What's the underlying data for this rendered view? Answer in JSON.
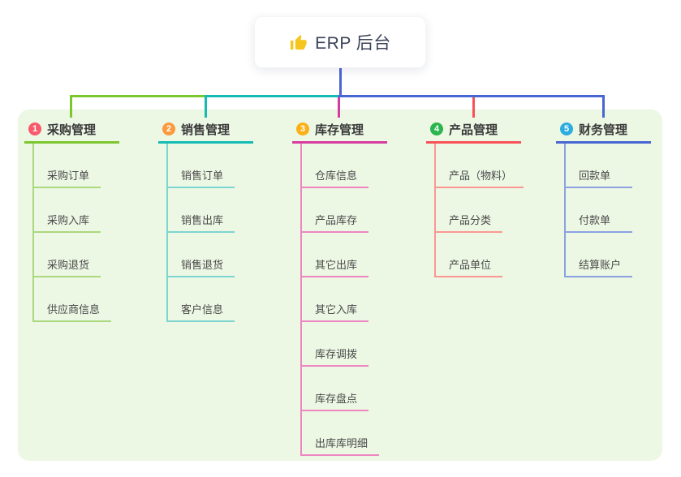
{
  "root": {
    "icon": "thumbs-up-icon",
    "title": "ERP 后台"
  },
  "canvas": {
    "background": "#ffffff",
    "panel_color": "#ecf7e4",
    "stem_color": "#4d64d4"
  },
  "branches": [
    {
      "badge": "1",
      "label": "采购管理",
      "color": "#7cc62e",
      "badge_color": "#f8596b",
      "child_line_color": "#aad87e",
      "children": [
        "采购订单",
        "采购入库",
        "采购退货",
        "供应商信息"
      ]
    },
    {
      "badge": "2",
      "label": "销售管理",
      "color": "#14bcb4",
      "badge_color": "#fb9a3d",
      "child_line_color": "#7cd5cf",
      "children": [
        "销售订单",
        "销售出库",
        "销售退货",
        "客户信息"
      ]
    },
    {
      "badge": "3",
      "label": "库存管理",
      "color": "#d63c9e",
      "badge_color": "#fbb017",
      "child_line_color": "#ee86c1",
      "children": [
        "仓库信息",
        "产品库存",
        "其它出库",
        "其它入库",
        "库存调拨",
        "库存盘点",
        "出库库明细"
      ]
    },
    {
      "badge": "4",
      "label": "产品管理",
      "color": "#f9515a",
      "badge_color": "#2bb54d",
      "child_line_color": "#fa9793",
      "children": [
        "产品（物料）",
        "产品分类",
        "产品单位"
      ]
    },
    {
      "badge": "5",
      "label": "财务管理",
      "color": "#4766d3",
      "badge_color": "#2baddf",
      "child_line_color": "#8ba1e2",
      "children": [
        "回款单",
        "付款单",
        "结算账户"
      ]
    }
  ]
}
